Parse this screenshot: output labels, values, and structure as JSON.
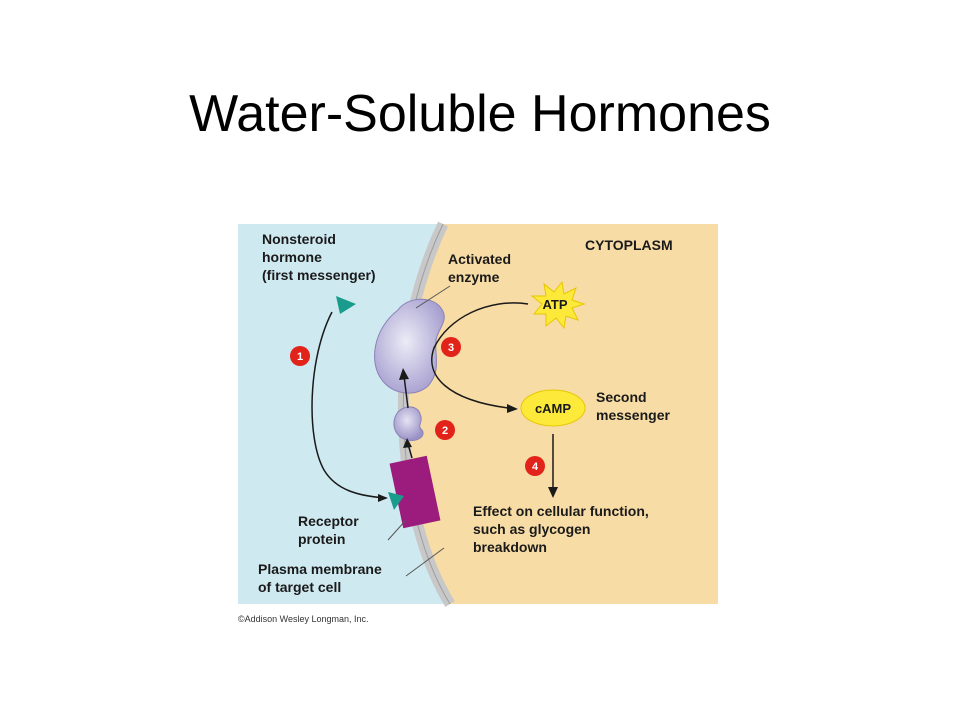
{
  "slide": {
    "title": "Water-Soluble Hormones"
  },
  "diagram": {
    "region_label": "CYTOPLASM",
    "hormone_label": [
      "Nonsteroid",
      "hormone",
      "(first messenger)"
    ],
    "enzyme_label": [
      "Activated",
      "enzyme"
    ],
    "atp_label": "ATP",
    "camp_label": "cAMP",
    "second_messenger_label": [
      "Second",
      "messenger"
    ],
    "effect_label": [
      "Effect on cellular function,",
      "such as glycogen",
      "breakdown"
    ],
    "receptor_label": [
      "Receptor",
      "protein"
    ],
    "membrane_label": [
      "Plasma membrane",
      "of target cell"
    ],
    "steps": [
      "1",
      "2",
      "3",
      "4"
    ],
    "credit": "©Addison Wesley Longman, Inc."
  },
  "colors": {
    "extracellular": "#cfe9f1",
    "cytoplasm": "#f8dca5",
    "membrane": "#c8c8c8",
    "enzyme": "#b7b1d8",
    "receptor": "#9b1c7c",
    "hormone": "#1a9c8c",
    "atp_star": "#fde93a",
    "camp": "#fde93a",
    "step_badge": "#e2231a"
  }
}
